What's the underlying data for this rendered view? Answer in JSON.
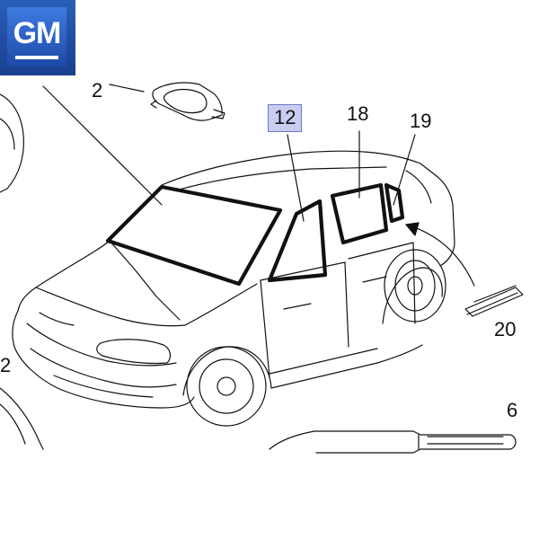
{
  "logo": {
    "text": "GM",
    "colors": {
      "bg": "#1d4aa8",
      "text": "#ffffff"
    }
  },
  "callouts": {
    "c2_top": "2",
    "c12": "12",
    "c18": "18",
    "c19": "19",
    "c20": "20",
    "c2_left": "2",
    "c6": "6"
  },
  "colors": {
    "line": "#111111",
    "highlight_fill": "#c9cdf0",
    "highlight_border": "#6d78c4"
  }
}
